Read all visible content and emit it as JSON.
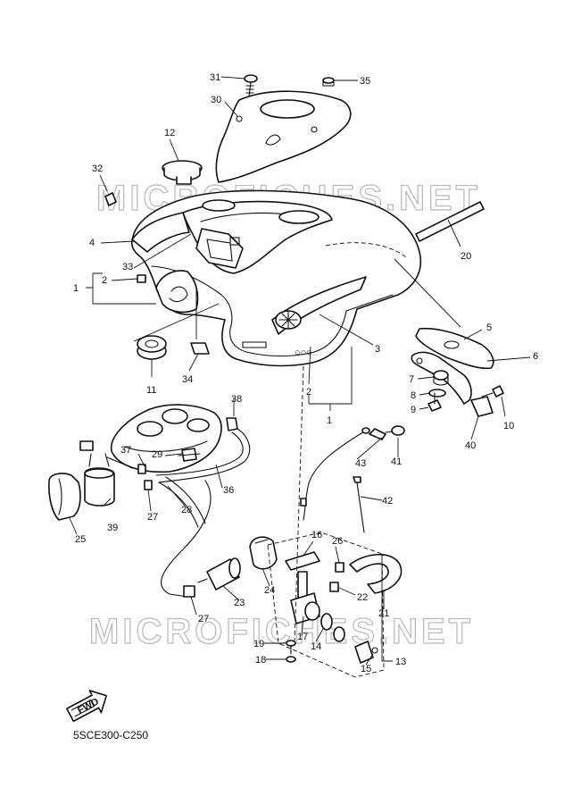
{
  "diagram": {
    "code": "5SCE300-C250",
    "watermark": "MICROFICHES.NET",
    "fwd_label": "FWD",
    "callouts": [
      "1",
      "2",
      "4",
      "5",
      "6",
      "7",
      "8",
      "9",
      "10",
      "11",
      "12",
      "13",
      "14",
      "15",
      "16",
      "17",
      "18",
      "19",
      "20",
      "21",
      "22",
      "23",
      "24",
      "25",
      "26",
      "27",
      "28",
      "29",
      "30",
      "31",
      "32",
      "33",
      "34",
      "35",
      "36",
      "37",
      "38",
      "39",
      "40",
      "41",
      "42",
      "43"
    ],
    "colors": {
      "line": "#111111",
      "watermark": "#b9b9b9",
      "background": "#ffffff"
    }
  }
}
